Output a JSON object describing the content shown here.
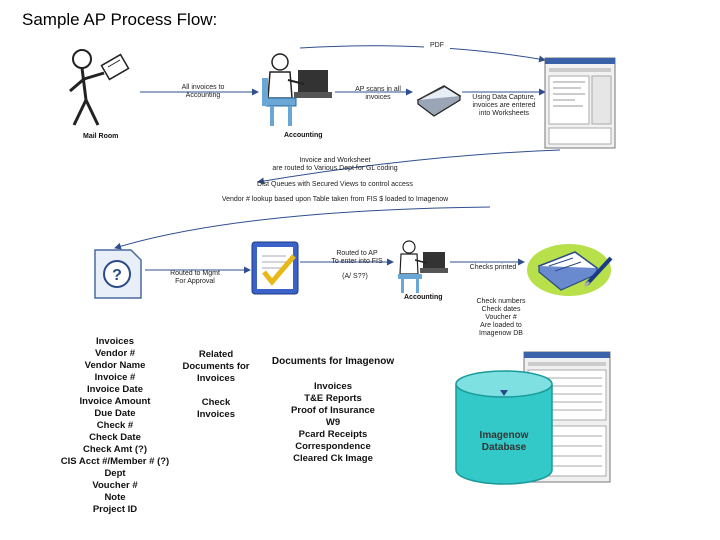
{
  "title": "Sample AP Process Flow:",
  "labels": {
    "pdf": "PDF",
    "mail_room": "Mail Room",
    "all_invoices": "All invoices to\nAccounting",
    "accounting_1": "Accounting",
    "ap_scans": "AP scans in all\ninvoices",
    "data_capture": "Using Data Capture,\ninvoices are entered\ninto Worksheets",
    "routing_1": "Invoice and Worksheet\nare routed to Various Dept for GL coding",
    "routing_2": "Dist Queues with Secured Views to control access",
    "routing_3": "Vendor # lookup based upon Table taken from FIS $ loaded to Imagenow",
    "routed_mgmt": "Routed to Mgmt\nFor Approval",
    "routed_ap": "Routed to AP\nTo enter into FIS",
    "routed_ap_q": "(A/ S??)",
    "accounting_2": "Accounting",
    "checks_printed": "Checks printed",
    "check_numbers": "Check numbers\nCheck dates\nVoucher #\nAre loaded to\nImagenow DB"
  },
  "columns": {
    "invoices_fields": [
      "Invoices",
      "Vendor #",
      "Vendor Name",
      "Invoice #",
      "Invoice Date",
      "Invoice Amount",
      "Due Date",
      "Check #",
      "Check Date",
      "Check Amt (?)",
      "CIS Acct #/Member # (?)",
      "Dept",
      "Voucher #",
      "Note",
      "Project ID"
    ],
    "related_docs": [
      "Related",
      "Documents for",
      "Invoices"
    ],
    "check_invoices": [
      "Check",
      "Invoices"
    ],
    "docs_title": "Documents for Imagenow",
    "docs_list": [
      "Invoices",
      "T&E Reports",
      "Proof of Insurance",
      "W9",
      "Pcard Receipts",
      "Correspondence",
      "Cleared Ck Image"
    ]
  },
  "database": {
    "line1": "Imagenow",
    "line2": "Database"
  },
  "colors": {
    "arrow": "#2f4f8f",
    "db": "#33c9c9",
    "db_dark": "#1a9a9a"
  }
}
